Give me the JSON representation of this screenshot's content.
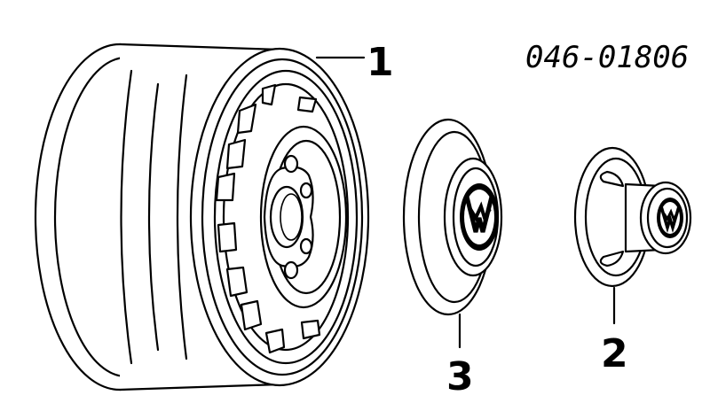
{
  "part_number": "046-01806",
  "callouts": [
    {
      "id": "1",
      "label": "1"
    },
    {
      "id": "2",
      "label": "2"
    },
    {
      "id": "3",
      "label": "3"
    }
  ],
  "logo_text": "VW"
}
